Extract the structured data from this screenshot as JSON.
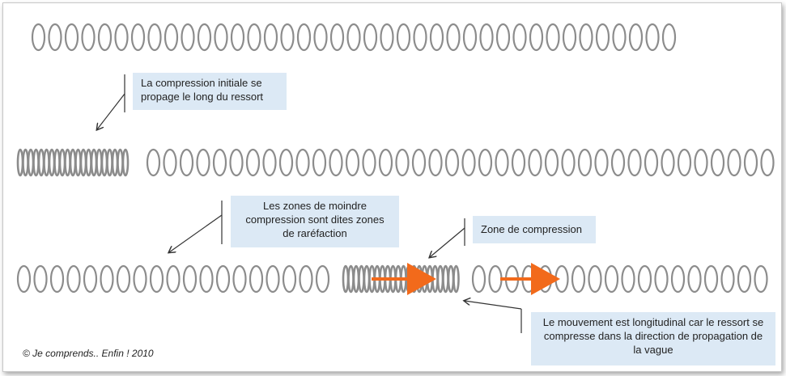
{
  "labels": {
    "initial_compression": "La compression initiale se propage le long du ressort",
    "rarefaction": "Les zones de moindre compression sont dites zones de raréfaction",
    "compression_zone": "Zone de compression",
    "longitudinal_motion": "Le mouvement est longitudinal car le ressort se compresse dans la direction de propagation de la vague"
  },
  "copyright": "© Je comprends.. Enfin ! 2010",
  "colors": {
    "spring": "#8c8c8c",
    "arrow": "#f26a1b",
    "label_bg": "#dce9f5",
    "pointer": "#333333"
  }
}
